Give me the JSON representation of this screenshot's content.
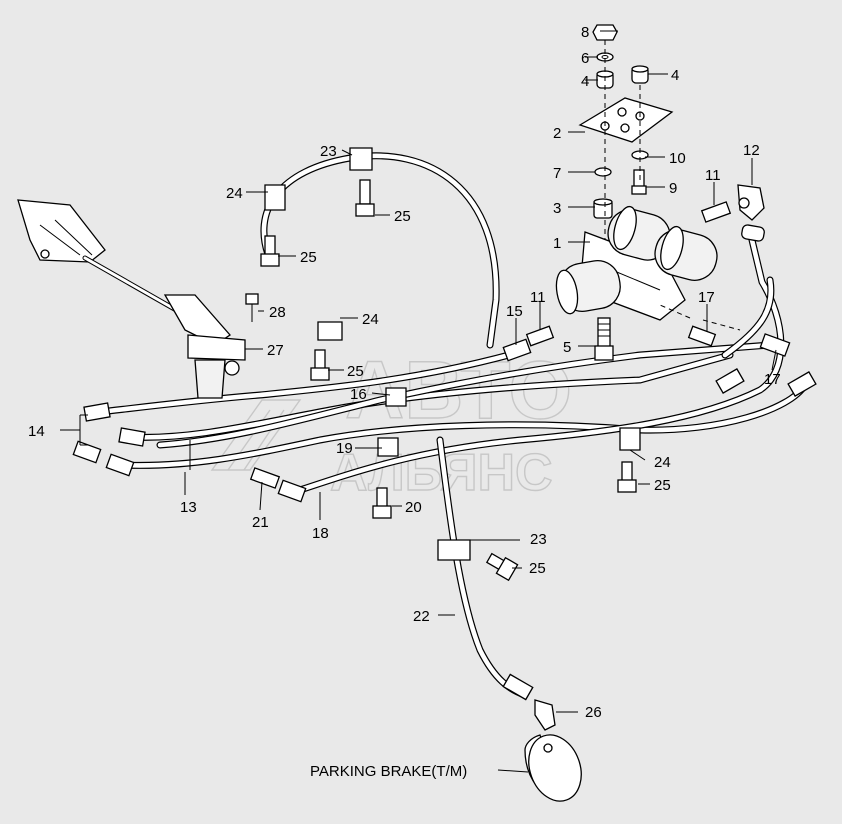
{
  "diagram": {
    "watermark": {
      "line1": "АВТО",
      "line2": "АЛЬЯНС"
    },
    "caption": "PARKING BRAKE(T/M)",
    "callouts": {
      "c1": "1",
      "c2": "2",
      "c3": "3",
      "c4a": "4",
      "c4b": "4",
      "c5": "5",
      "c6": "6",
      "c7": "7",
      "c8": "8",
      "c9": "9",
      "c10": "10",
      "c11a": "11",
      "c11b": "11",
      "c12": "12",
      "c13": "13",
      "c14": "14",
      "c15": "15",
      "c16": "16",
      "c17a": "17",
      "c17b": "17",
      "c18": "18",
      "c19": "19",
      "c20": "20",
      "c21": "21",
      "c22": "22",
      "c23a": "23",
      "c23b": "23",
      "c24a": "24",
      "c24b": "24",
      "c24c": "24",
      "c25a": "25",
      "c25b": "25",
      "c25c": "25",
      "c25d": "25",
      "c25e": "25",
      "c26": "26",
      "c27": "27",
      "c28": "28"
    }
  }
}
